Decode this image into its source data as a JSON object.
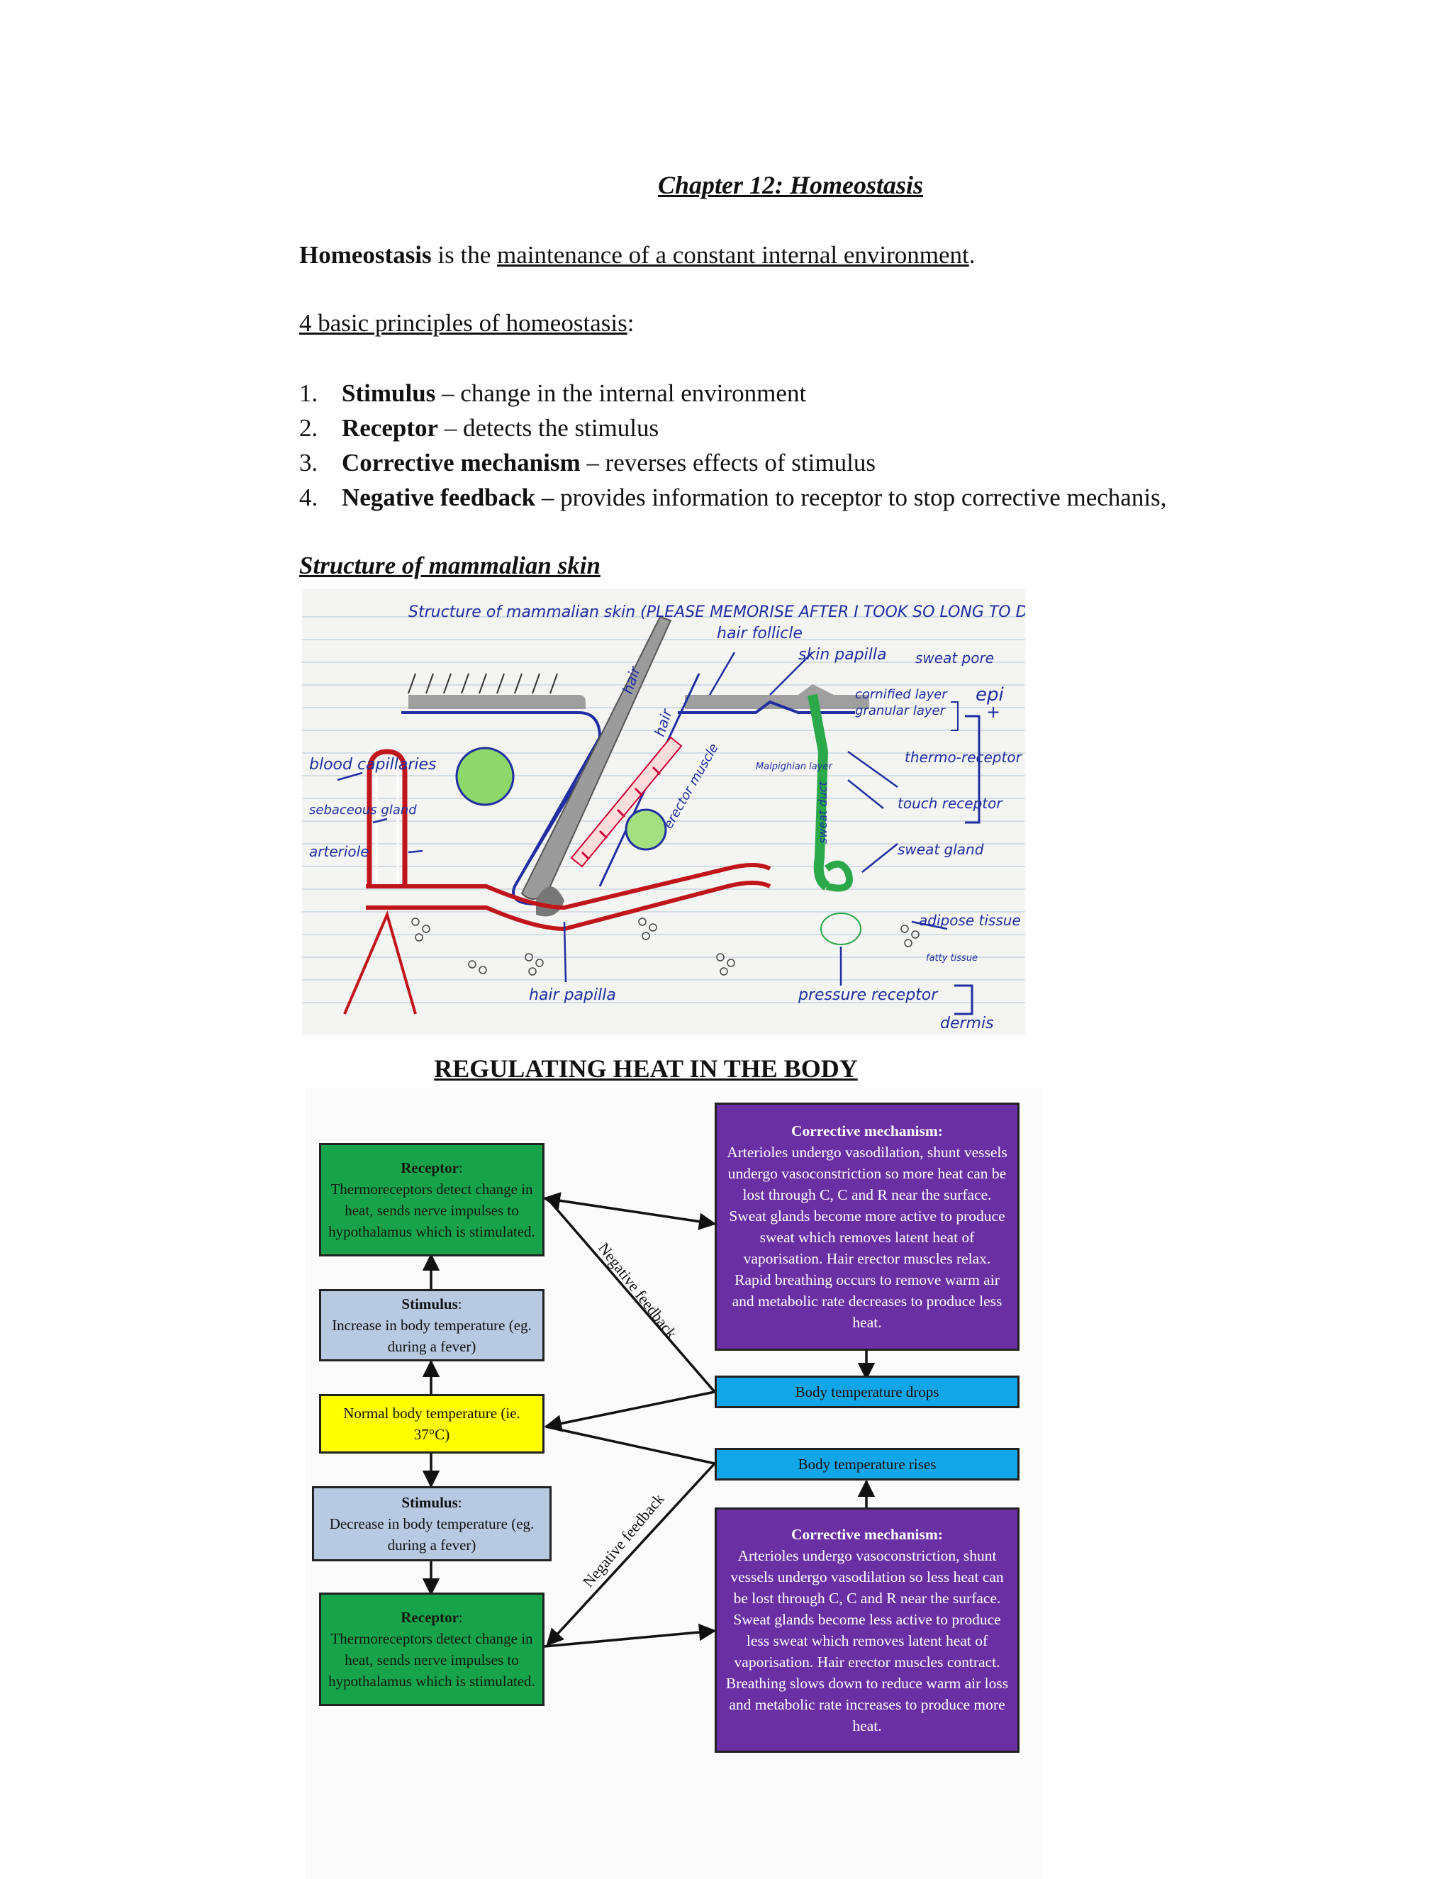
{
  "chapter_title": "Chapter 12: Homeostasis",
  "definition": {
    "term": "Homeostasis",
    "connector": " is the ",
    "meaning": "maintenance of a constant internal environment",
    "end": "."
  },
  "principles_heading": {
    "text": "4 basic principles of homeostasis",
    "colon": ":"
  },
  "principles": [
    {
      "num": "1.",
      "term": "Stimulus",
      "desc": " – change in the internal environment"
    },
    {
      "num": "2.",
      "term": "Receptor",
      "desc": " – detects the stimulus"
    },
    {
      "num": "3.",
      "term": "Corrective mechanism",
      "desc": " – reverses effects of stimulus"
    },
    {
      "num": "4.",
      "term": "Negative feedback",
      "desc": " – provides information to receptor to stop corrective mechanis,"
    }
  ],
  "skin_section_title": "Structure of mammalian skin",
  "sketch": {
    "title": "Structure of mammalian skin (PLEASE MEMORISE AFTER I TOOK SO LONG TO DRAW!)",
    "labels": {
      "hair_follicle": "hair follicle",
      "skin_papilla": "skin papilla",
      "sweat_pore": "sweat pore",
      "cornified_layer": "cornified layer",
      "granular_layer": "granular layer",
      "epi": "epi",
      "plus": "+",
      "hair_1": "hair",
      "hair_2": "hair",
      "erector_muscle": "erector muscle",
      "malpighian_layer": "Malpighian layer",
      "sweat_duct": "sweat duct",
      "thermoreceptor": "thermo-receptor",
      "touch_receptor": "touch receptor",
      "sweat_gland": "sweat gland",
      "blood_capillaries": "blood capillaries",
      "sebaceous_gland": "sebaceous gland",
      "arteriole": "arteriole",
      "adipose_tissue": "adipose tissue",
      "fatty_tissue": "fatty tissue",
      "hair_papilla": "hair papilla",
      "pressure_receptor": "pressure receptor",
      "dermis": "dermis"
    }
  },
  "heat_title": "REGULATING HEAT IN THE BODY",
  "flow": {
    "receptor_top": {
      "head": "Receptor",
      "colon": ":",
      "body": "Thermoreceptors detect change in heat, sends nerve impulses to hypothalamus which is stimulated."
    },
    "stimulus_increase": {
      "head": "Stimulus",
      "colon": ":",
      "body": "Increase in body temperature (eg. during a fever)"
    },
    "normal": {
      "body": "Normal body temperature (ie. 37°C)"
    },
    "stimulus_decrease": {
      "head": "Stimulus",
      "colon": ":",
      "body": "Decrease in body temperature (eg. during a fever)"
    },
    "receptor_bottom": {
      "head": "Receptor",
      "colon": ":",
      "body": "Thermoreceptors detect change in heat, sends nerve impulses to hypothalamus which is stimulated."
    },
    "corrective_top": {
      "head": "Corrective mechanism:",
      "body": "Arterioles undergo vasodilation, shunt vessels undergo vasoconstriction so more heat can be lost through C, C and R near the surface. Sweat glands become more active to produce sweat which removes latent heat of vaporisation. Hair erector muscles relax. Rapid breathing occurs to remove warm air and metabolic rate decreases to produce less heat."
    },
    "temp_drops": "Body temperature  drops",
    "temp_rises": "Body temperature  rises",
    "corrective_bottom": {
      "head": "Corrective mechanism:",
      "body": "Arterioles undergo vasoconstriction, shunt vessels undergo vasodilation so less heat can be lost through C, C and R near the surface. Sweat glands become less active to produce less sweat which removes latent heat of vaporisation. Hair erector muscles contract. Breathing slows down to reduce warm air loss and metabolic rate increases to produce more heat."
    },
    "neg_feedback_top": "Negative feedback",
    "neg_feedback_bottom": "Negative feedback"
  },
  "colors": {
    "receptor": "#16a34a",
    "stimulus": "#b8cae2",
    "normal": "#ffff00",
    "corrective": "#6a2fa2",
    "temperature": "#10a6e8"
  }
}
